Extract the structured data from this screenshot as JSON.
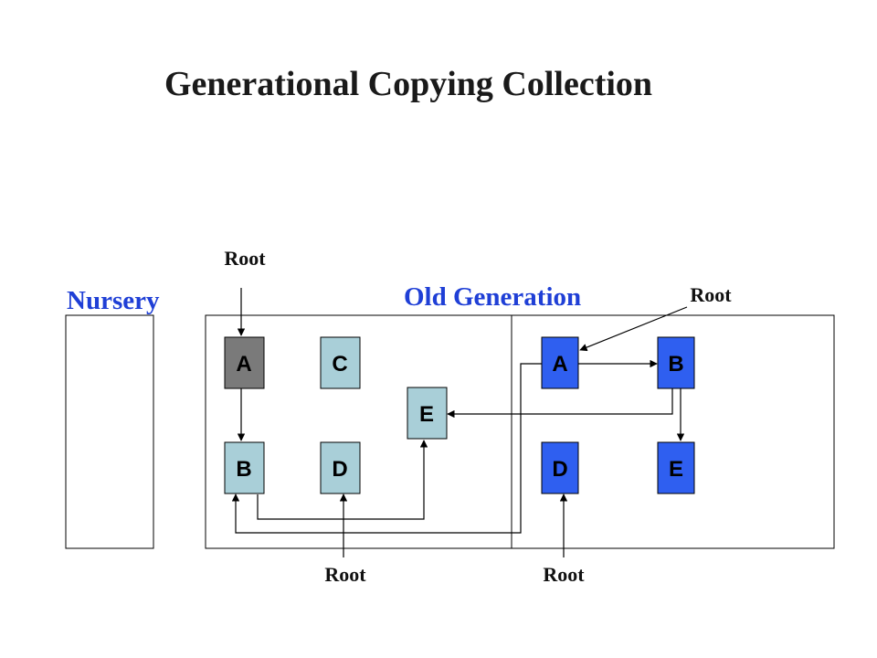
{
  "title": "Generational Copying Collection",
  "regions": {
    "nursery": {
      "label": "Nursery"
    },
    "old_generation": {
      "label": "Old Generation"
    }
  },
  "root_label": "Root",
  "colors": {
    "title": "#1a1a1a",
    "region_label": "#1f3fd6",
    "root_node": "#7a7a7a",
    "nursery_node": "#a9cfd8",
    "old_gen_node": "#2f5ff0"
  },
  "nursery_nodes": [
    {
      "id": "nA",
      "label": "A",
      "kind": "root-referenced"
    },
    {
      "id": "nC",
      "label": "C",
      "kind": "normal"
    },
    {
      "id": "nE",
      "label": "E",
      "kind": "normal"
    },
    {
      "id": "nB",
      "label": "B",
      "kind": "normal"
    },
    {
      "id": "nD",
      "label": "D",
      "kind": "normal"
    }
  ],
  "old_gen_nodes": [
    {
      "id": "oA",
      "label": "A"
    },
    {
      "id": "oB",
      "label": "B"
    },
    {
      "id": "oD",
      "label": "D"
    },
    {
      "id": "oE",
      "label": "E"
    }
  ],
  "edges": [
    {
      "from": "root-top",
      "to": "nA"
    },
    {
      "from": "nA",
      "to": "nB"
    },
    {
      "from": "nB",
      "to": "nE"
    },
    {
      "from": "oA",
      "to": "nB"
    },
    {
      "from": "oA",
      "to": "oB"
    },
    {
      "from": "oB",
      "to": "nE"
    },
    {
      "from": "oB",
      "to": "oE"
    },
    {
      "from": "root-bottom-left",
      "to": "nD"
    },
    {
      "from": "root-bottom-right",
      "to": "oD"
    },
    {
      "from": "root-right",
      "to": "oA"
    }
  ]
}
